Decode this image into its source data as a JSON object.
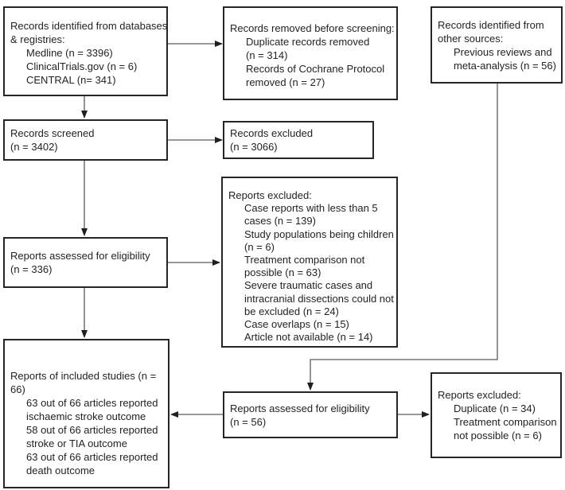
{
  "diagram_type": "prisma-flow-diagram",
  "colors": {
    "box_border": "#262626",
    "connector_line": "#5a5a5a",
    "arrowhead": "#1f1f1f",
    "text": "#221f20",
    "background": "#ffffff"
  },
  "boxes": {
    "identified_databases": {
      "lines": [
        "Records identified from databases",
        "& registries:",
        "Medline (n = 3396)",
        "ClinicalTrials.gov (n = 6)",
        "CENTRAL (n= 341)"
      ]
    },
    "removed_before_screening": {
      "lines": [
        "Records removed before screening:",
        "Duplicate records removed",
        "(n = 314)",
        "Records of Cochrane Protocol",
        "removed (n = 27)"
      ]
    },
    "identified_other_sources": {
      "lines": [
        "Records identified from",
        "other sources:",
        "Previous reviews and",
        "meta-analysis (n = 56)"
      ]
    },
    "records_screened": {
      "lines": [
        "Records screened",
        "(n = 3402)"
      ]
    },
    "records_excluded": {
      "lines": [
        "Records excluded",
        "(n = 3066)"
      ]
    },
    "reports_assessed_eligibility_1": {
      "lines": [
        "Reports assessed for eligibility",
        "(n = 336)"
      ]
    },
    "reports_excluded_main": {
      "lines": [
        "Reports excluded:",
        "Case reports with less than 5",
        "cases (n = 139)",
        "Study populations being children",
        "(n = 6)",
        "Treatment comparison not",
        "possible (n = 63)",
        "Severe traumatic cases and",
        "intracranial dissections could not",
        "be excluded (n = 24)",
        "Case overlaps (n = 15)",
        "Article not available (n = 14)"
      ]
    },
    "reports_included": {
      "lines": [
        "Reports of included studies (n =",
        "66)",
        "63 out of 66 articles reported",
        "ischaemic stroke outcome",
        "58 out of 66 articles reported",
        "stroke or TIA outcome",
        "63 out of 66 articles reported",
        "death outcome"
      ]
    },
    "reports_assessed_eligibility_2": {
      "lines": [
        "Reports assessed for eligibility",
        "(n = 56)"
      ]
    },
    "reports_excluded_secondary": {
      "lines": [
        "Reports excluded:",
        "Duplicate (n = 34)",
        "Treatment comparison",
        "not possible (n = 6)"
      ]
    }
  }
}
